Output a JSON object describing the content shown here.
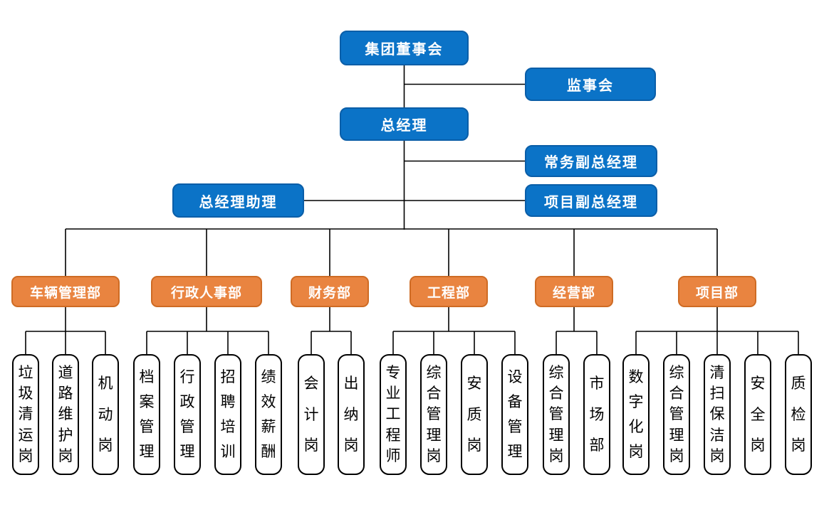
{
  "colors": {
    "exec_fill": "#0B73C7",
    "exec_border": "#0A5EA8",
    "dept_fill": "#E98440",
    "dept_border": "#CE6B24",
    "line": "#000000"
  },
  "executives": {
    "board": {
      "label": "集团董事会"
    },
    "supervisory": {
      "label": "监事会"
    },
    "gm": {
      "label": "总经理"
    },
    "exec_deputy": {
      "label": "常务副总经理"
    },
    "assistant": {
      "label": "总经理助理"
    },
    "project_deputy": {
      "label": "项目副总经理"
    }
  },
  "departments": [
    {
      "label": "车辆管理部",
      "posts": [
        "垃圾清运岗",
        "道路维护岗",
        "机动岗"
      ]
    },
    {
      "label": "行政人事部",
      "posts": [
        "档案管理",
        "行政管理",
        "招聘培训",
        "绩效薪酬"
      ]
    },
    {
      "label": "财务部",
      "posts": [
        "会计岗",
        "出纳岗"
      ]
    },
    {
      "label": "工程部",
      "posts": [
        "专业工程师",
        "综合管理岗",
        "安质岗",
        "设备管理"
      ]
    },
    {
      "label": "经营部",
      "posts": [
        "综合管理岗",
        "市场部"
      ]
    },
    {
      "label": "项目部",
      "posts": [
        "数字化岗",
        "综合管理岗",
        "清扫保洁岗",
        "安全岗",
        "质检岗"
      ]
    }
  ]
}
